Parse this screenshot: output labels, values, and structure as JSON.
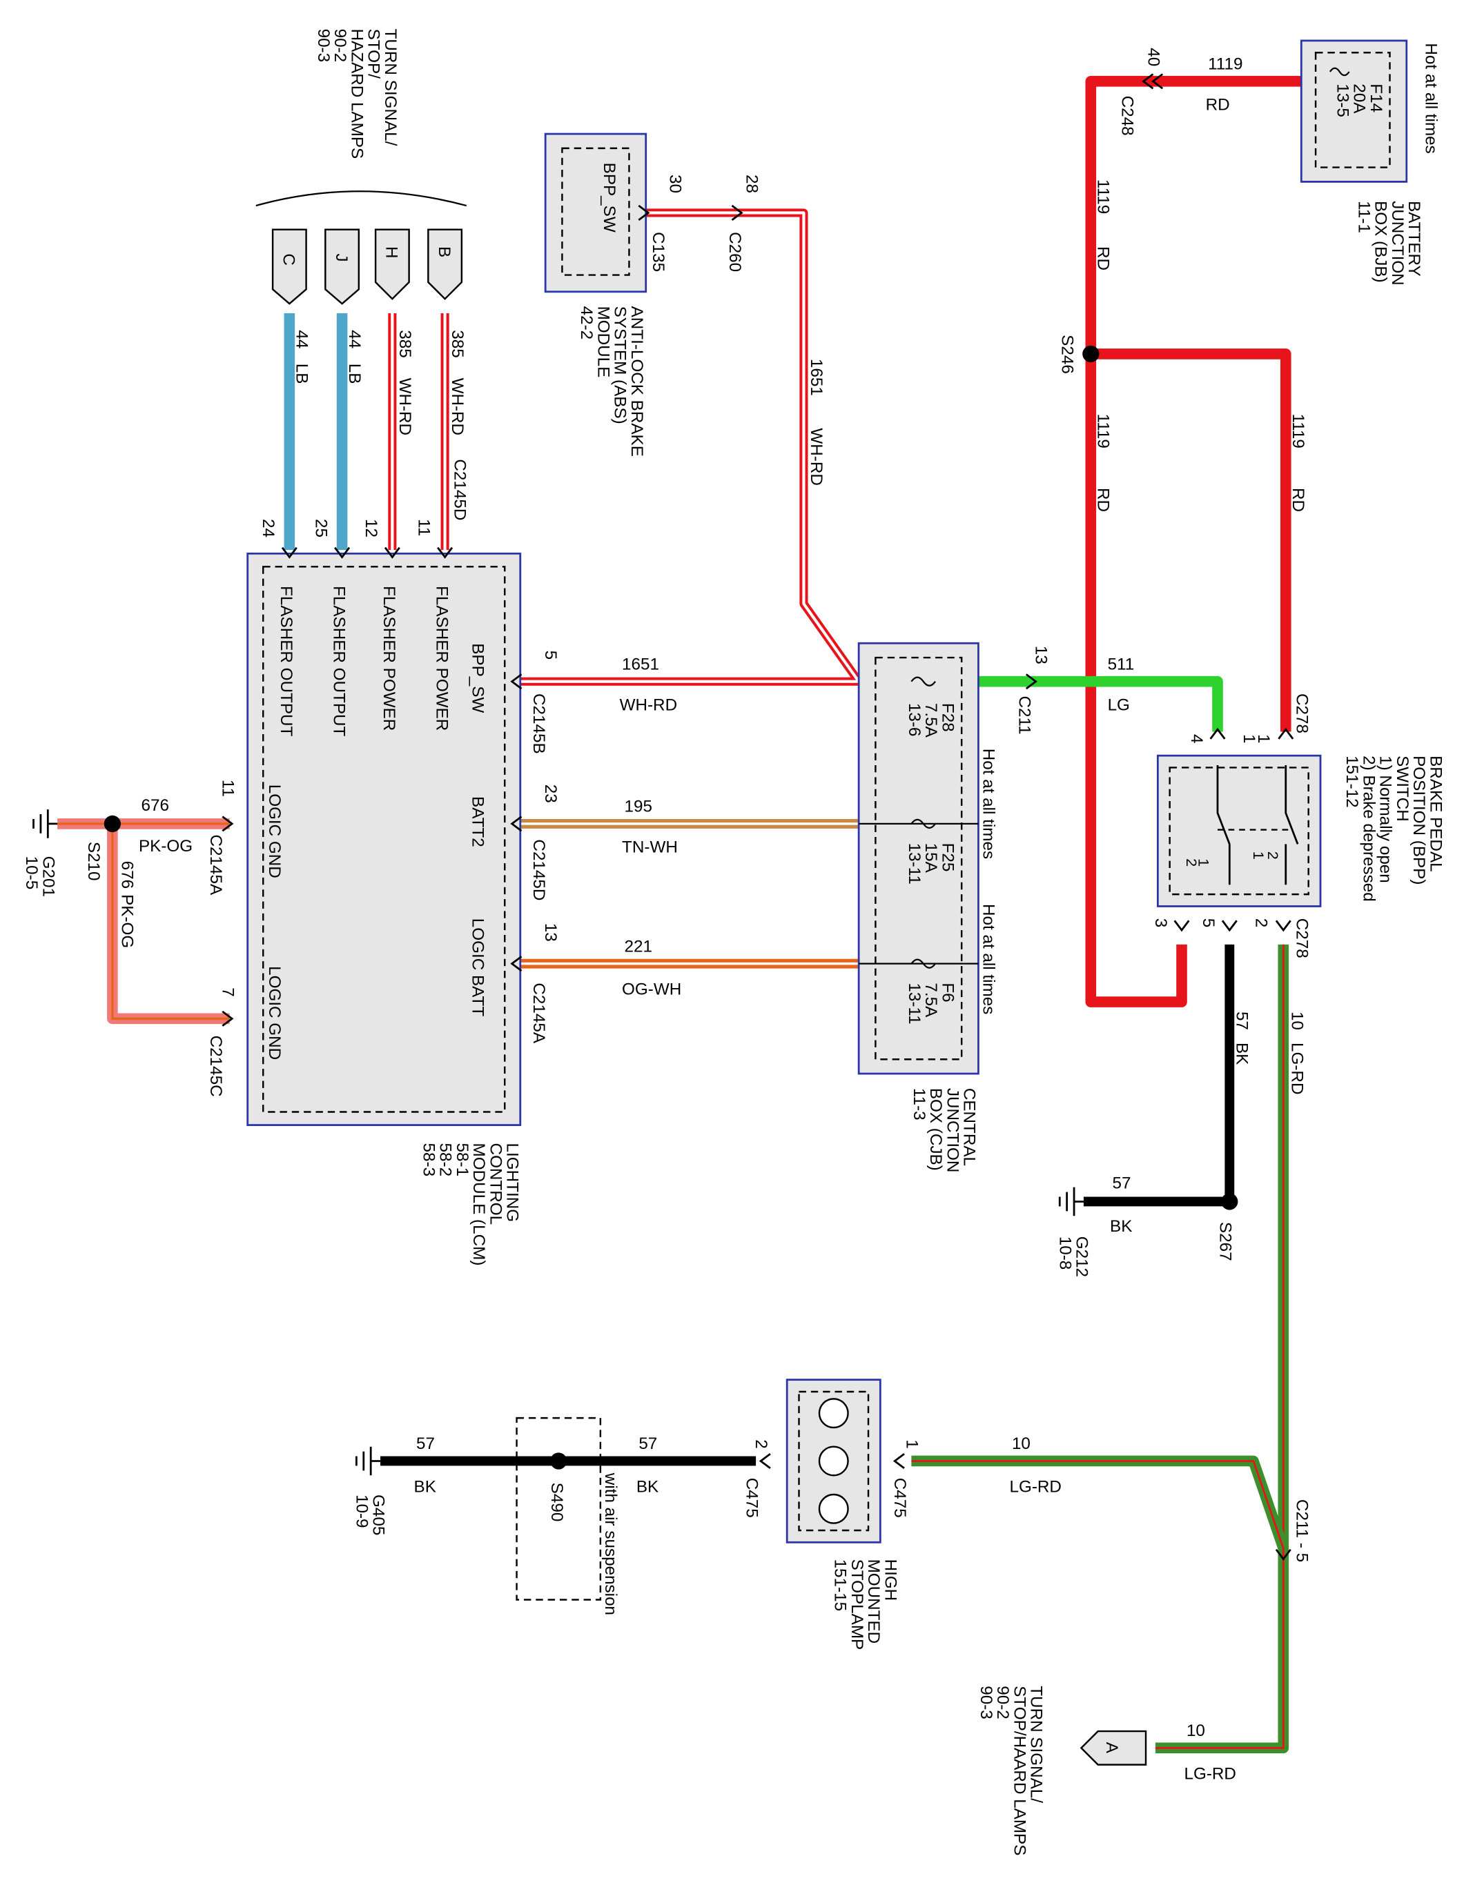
{
  "colors": {
    "red": "#e8141b",
    "white_red": "#e8141b",
    "light_blue": "#4ea7c9",
    "light_green": "#2ed12e",
    "tan": "#c9893e",
    "orange": "#e8641b",
    "pink": "#f07a78",
    "black": "#000000",
    "lg_rd": "#3d8f2c",
    "box_fill": "#e6e6e6",
    "box_border": "#2a35a8"
  },
  "modules": {
    "turn_signal_top": [
      "TURN SIGNAL/",
      "STOP/",
      "HAZARD LAMPS",
      "90-2",
      "90-3"
    ],
    "abs_module": {
      "pin_label": "BPP_SW",
      "caption": [
        "ANTI-LOCK BRAKE",
        "SYSTEM (ABS)",
        "MODULE",
        "42-2"
      ]
    },
    "bjb": {
      "fuse": [
        "F14",
        "20A",
        "13-5"
      ],
      "hot": "Hot at all times",
      "caption": [
        "BATTERY",
        "JUNCTION",
        "BOX (BJB)",
        "11-1"
      ]
    },
    "lcm": {
      "pins": [
        "FLASHER OUTPUT",
        "FLASHER OUTPUT",
        "FLASHER POWER",
        "FLASHER POWER",
        "BPP_SW",
        "BATT2",
        "LOGIC BATT",
        "LOGIC GND",
        "LOGIC GND"
      ],
      "caption": [
        "LIGHTING",
        "CONTROL",
        "MODULE (LCM)",
        "58-1",
        "58-2",
        "58-3"
      ]
    },
    "cjb": {
      "f28": [
        "F28",
        "7.5A",
        "13-6"
      ],
      "f25": [
        "F25",
        "15A",
        "13-11"
      ],
      "f6": [
        "F6",
        "7.5A",
        "13-11"
      ],
      "hot1": "Hot at all times",
      "hot2": "Hot at all times",
      "caption": [
        "CENTRAL",
        "JUNCTION",
        "BOX (CJB)",
        "11-3"
      ]
    },
    "bpp": {
      "caption": [
        "BRAKE PEDAL",
        "POSITION (BPP)",
        "SWITCH",
        "1) Normally open",
        "2) Brake depressed",
        "151-12"
      ],
      "switch_digits": [
        "1",
        "2",
        "1",
        "2"
      ]
    },
    "hmsl": {
      "caption": [
        "HIGH",
        "MOUNTED",
        "STOPLAMP",
        "151-15"
      ]
    },
    "turn_signal_bottom": [
      "TURN SIGNAL/",
      "STOP/HAARD LAMPS",
      "90-2",
      "90-3"
    ],
    "air_susp": "with air suspension"
  },
  "plugs": [
    "C",
    "J",
    "H",
    "B",
    "A"
  ],
  "grounds": {
    "g201": [
      "G201",
      "10-5"
    ],
    "g212": [
      "G212",
      "10-8"
    ],
    "g405": [
      "G405",
      "10-9"
    ]
  },
  "splices": [
    "S246",
    "S210",
    "S267",
    "S490"
  ],
  "connectors": {
    "c248": "C248",
    "c135": "C135",
    "c260": "C260",
    "c2145d_top": "C2145D",
    "c2145b": "C2145B",
    "c2145d": "C2145D",
    "c2145a_batt": "C2145A",
    "c2145a_gnd": "C2145A",
    "c2145c": "C2145C",
    "c211": "C211",
    "c278_top": "C278",
    "c278_bot": "C278",
    "c475_1": "C475",
    "c475_2": "C475",
    "c211_5": "C211 - 5"
  },
  "pins": {
    "p40": "40",
    "p30": "30",
    "p28": "28",
    "p24": "24",
    "p25": "25",
    "p12": "12",
    "p11": "11",
    "p5": "5",
    "p23": "23",
    "p13a": "13",
    "p11gnd": "11",
    "p7": "7",
    "p13_c211": "13",
    "bpp4": "4",
    "bpp1a": "1",
    "bpp1b": "1",
    "bpp3": "3",
    "bpp5": "5",
    "bpp2": "2",
    "hmsl1": "1",
    "hmsl2": "2"
  },
  "wires": {
    "w1119_top": {
      "circuit": "1119",
      "color": "RD"
    },
    "w1119_v1": {
      "circuit": "1119",
      "color": "RD"
    },
    "w1119_v2": {
      "circuit": "1119",
      "color": "RD"
    },
    "w1119_v3": {
      "circuit": "1119",
      "color": "RD"
    },
    "w1651_v": {
      "circuit": "1651",
      "color": "WH-RD"
    },
    "w1651_h": {
      "circuit": "1651",
      "color": "WH-RD"
    },
    "w44a": {
      "circuit": "44",
      "color": "LB"
    },
    "w44b": {
      "circuit": "44",
      "color": "LB"
    },
    "w385a": {
      "circuit": "385",
      "color": "WH-RD"
    },
    "w385b": {
      "circuit": "385",
      "color": "WH-RD"
    },
    "w195": {
      "circuit": "195",
      "color": "TN-WH"
    },
    "w221": {
      "circuit": "221",
      "color": "OG-WH"
    },
    "w511": {
      "circuit": "511",
      "color": "LG"
    },
    "w676_h": {
      "circuit": "676",
      "color": "PK-OG"
    },
    "w676_v": {
      "circuit": "676",
      "color": "PK-OG"
    },
    "w57_v": {
      "circuit": "57",
      "color": "BK"
    },
    "w57_g212": {
      "circuit": "57",
      "color": "BK"
    },
    "w10_v": {
      "circuit": "10",
      "color": "LG-RD"
    },
    "w10_hmsl": {
      "circuit": "10",
      "color": "LG-RD"
    },
    "w10_bot": {
      "circuit": "10",
      "color": "LG-RD"
    },
    "w57_hmsl": {
      "circuit": "57",
      "color": "BK"
    },
    "w57_g405": {
      "circuit": "57",
      "color": "BK"
    }
  }
}
